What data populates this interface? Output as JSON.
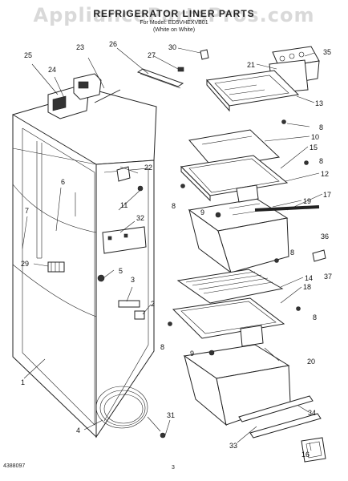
{
  "header": {
    "title": "REFRIGERATOR LINER PARTS",
    "model_line": "For Model: ED5VHEXVB01",
    "color_line": "(White on White)",
    "watermark": "AppliancePartsPros.com"
  },
  "footer": {
    "doc_number": "4388097",
    "page_number": "3"
  },
  "callouts": [
    "1",
    "2",
    "3",
    "4",
    "5",
    "6",
    "7",
    "8",
    "8",
    "8",
    "8",
    "8",
    "8",
    "9",
    "9",
    "10",
    "11",
    "12",
    "13",
    "14",
    "15",
    "16",
    "17",
    "18",
    "19",
    "20",
    "21",
    "22",
    "23",
    "24",
    "25",
    "26",
    "27",
    "29",
    "30",
    "31",
    "32",
    "33",
    "34",
    "35",
    "36",
    "37"
  ]
}
